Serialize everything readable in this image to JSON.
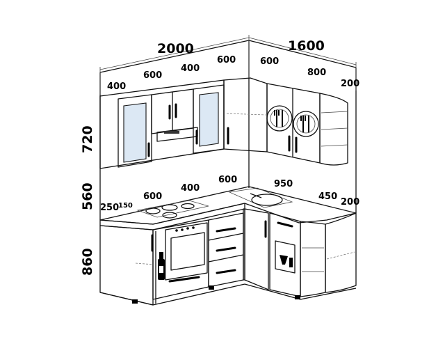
{
  "dimensions": {
    "top_left_width": "2000",
    "top_right_width": "1600",
    "upper_left": [
      "400",
      "600",
      "400",
      "600"
    ],
    "upper_right": [
      "600",
      "800",
      "200"
    ],
    "height_upper": "720",
    "height_middle": "560",
    "height_lower": "860",
    "lower_left_a": "250",
    "lower_left_b": "150",
    "lower_left": [
      "600",
      "400",
      "600"
    ],
    "lower_right": [
      "950",
      "450",
      "200"
    ]
  },
  "colors": {
    "line": "#111111",
    "glass": "#dce8f4",
    "fill": "#ffffff"
  }
}
